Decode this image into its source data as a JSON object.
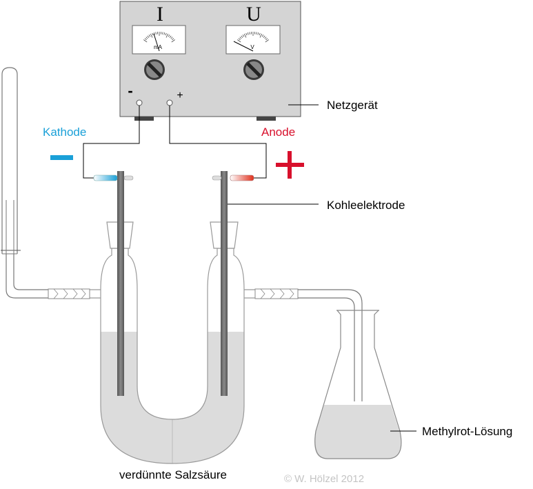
{
  "power_supply": {
    "meter_current_symbol": "I",
    "meter_voltage_symbol": "U",
    "meter_current_unit": "mA",
    "meter_voltage_unit": "V",
    "terminal_negative": "-",
    "terminal_positive": "+",
    "label": "Netzgerät"
  },
  "electrodes": {
    "cathode_label": "Kathode",
    "anode_label": "Anode",
    "cathode_color": "#1aa0d8",
    "anode_color": "#d8102c",
    "electrode_label": "Kohleelektrode"
  },
  "labels": {
    "electrolyte": "verdünnte Salzsäure",
    "indicator": "Methylrot-Lösung",
    "copyright": "© W. Hölzel 2012"
  }
}
